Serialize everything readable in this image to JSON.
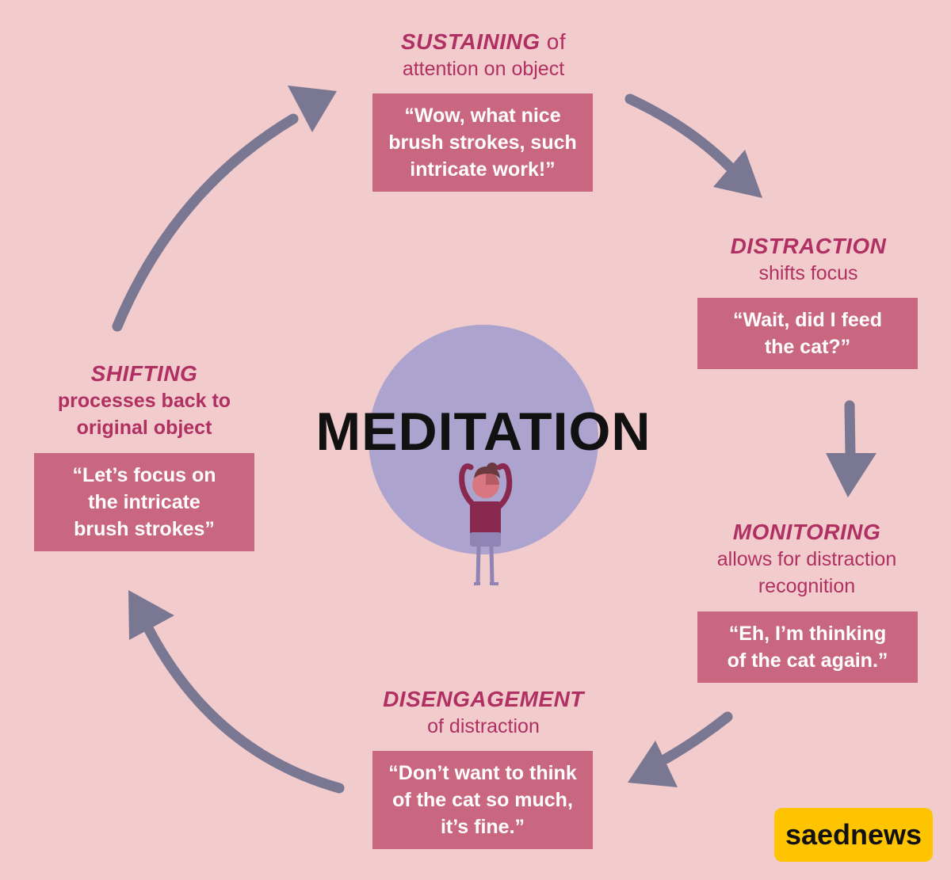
{
  "center": {
    "title": "MEDITATION"
  },
  "colors": {
    "background": "#f2cbcc",
    "accent_text": "#b03063",
    "quote_box": "#c96680",
    "arrow": "#7a7793",
    "circle": "#ada3cf",
    "brand_bg": "#ffc400"
  },
  "stages": {
    "sustaining": {
      "title": "SUSTAINING",
      "title_suffix": " of",
      "subtitle": [
        "attention on object"
      ],
      "quote": [
        "“Wow, what nice",
        "brush strokes, such",
        "intricate work!”"
      ]
    },
    "distraction": {
      "title": "DISTRACTION",
      "subtitle": [
        "shifts focus"
      ],
      "quote": [
        "“Wait, did I feed",
        "the cat?”"
      ]
    },
    "monitoring": {
      "title": "MONITORING",
      "subtitle": [
        "allows for distraction",
        "recognition"
      ],
      "quote": [
        "“Eh, I’m thinking",
        "of the cat again.”"
      ]
    },
    "disengagement": {
      "title": "DISENGAGEMENT",
      "subtitle": [
        "of distraction"
      ],
      "quote": [
        "“Don’t want to think",
        "of the cat so much,",
        "it’s fine.”"
      ]
    },
    "shifting": {
      "title": "SHIFTING",
      "subtitle": [
        "processes back to",
        "original object"
      ],
      "quote": [
        "“Let’s focus on",
        "the intricate",
        "brush strokes”"
      ]
    }
  },
  "brand": {
    "label": "saednews"
  },
  "icons": {
    "cycle_arrows": "arrow-icon",
    "figure": "meditating-person-icon"
  }
}
